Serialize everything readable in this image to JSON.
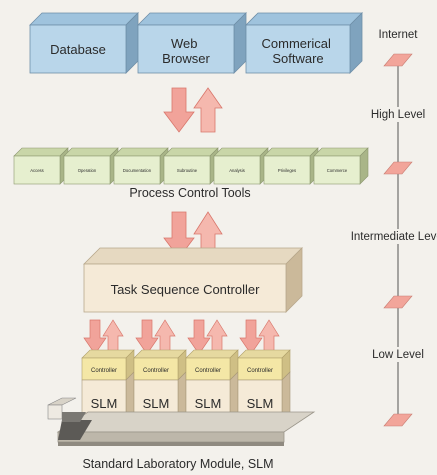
{
  "top_boxes": [
    "Database",
    "Web Browser",
    "Commerical Software"
  ],
  "tools": [
    "Access",
    "Operation",
    "Documentation",
    "Subroutine",
    "Analysis",
    "Privileges",
    "Commerce"
  ],
  "process_control_label": "Process Control Tools",
  "task_sequence_label": "Task Sequence Controller",
  "controller_label": "Controller",
  "slm_label": "SLM",
  "bottom_label": "Standard Laboratory Module, SLM",
  "levels": [
    "Internet",
    "High Level",
    "Intermediate Level",
    "Low Level"
  ],
  "colors": {
    "top_box_front": "#b9d6ea",
    "top_box_top": "#9fc3dd",
    "top_box_side": "#7fa3be",
    "tool_front": "#e6efcf",
    "tool_top": "#c9d6a8",
    "tool_side": "#a9b588",
    "arrow": "#f1a39a",
    "arrow_dark": "#d9776c",
    "beige_front": "#f5ead7",
    "beige_top": "#e6d9c1",
    "beige_side": "#cbb99a",
    "controller_front": "#f4e7a6",
    "diamond": "#f2a59a",
    "line": "#555555"
  }
}
